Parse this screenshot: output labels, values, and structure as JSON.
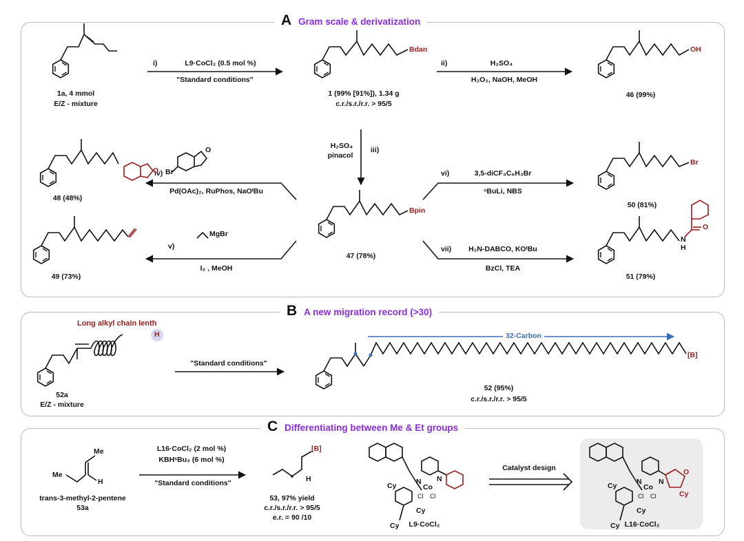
{
  "panelA": {
    "letter": "A",
    "title": "Gram scale & derivatization",
    "sm_label": "1a, 4 mmol",
    "sm_sub": "E/Z - mixture",
    "step_i_num": "i)",
    "step_i_top": "L9·CoCl₂ (0.5 mol %)",
    "step_i_bottom": "\"Standard conditions\"",
    "prod1_group": "Bdan",
    "prod1_label": "1 (99% [91%]), 1.34 g",
    "prod1_sub": "c.r./s.r./r.r. > 95/5",
    "step_ii_num": "ii)",
    "step_ii_top": "H₂SO₄",
    "step_ii_bottom": "H₂O₂, NaOH, MeOH",
    "p46_group": "OH",
    "p46_label": "46 (99%)",
    "step_iii_num": "iii)",
    "step_iii_top": "H₂SO₄",
    "step_iii_bottom": "pinacol",
    "p47_group": "Bpin",
    "p47_label": "47 (78%)",
    "step_iv_num": "iv)",
    "step_iv_reagent_group": "Br",
    "step_iv_bottom": "Pd(OAc)₂, RuPhos, NaOᵗBu",
    "p48_o": "O",
    "p48_label": "48 (48%)",
    "step_v_num": "v)",
    "step_v_reagent": "MgBr",
    "step_v_bottom": "I₂ , MeOH",
    "p49_label": "49 (73%)",
    "step_vi_num": "vi)",
    "step_vi_top": "3,5-diCF₃C₆H₃Br",
    "step_vi_bottom": "ⁿBuLi, NBS",
    "p50_group": "Br",
    "p50_label": "50 (81%)",
    "step_vii_num": "vii)",
    "step_vii_top": "H₂N-DABCO, KOᵗBu",
    "step_vii_bottom": "BzCl, TEA",
    "p51_nh": "N",
    "p51_h": "H",
    "p51_o": "O",
    "p51_label": "51 (79%)"
  },
  "panelB": {
    "letter": "B",
    "title": "A new migration record (>30)",
    "chain_label": "Long alkyl chain lenth",
    "h_atom": "H",
    "sm_label": "52a",
    "sm_sub": "E/Z - mixture",
    "arrow_text": "\"Standard conditions\"",
    "migration_label": "32-Carbon",
    "product_group": "[B]",
    "product_label": "52 (95%)",
    "product_sub": "c.r./s.r./r.r. > 95/5"
  },
  "panelC": {
    "letter": "C",
    "title": "Differentiating between Me & Et groups",
    "sm_me": "Me",
    "sm_me2": "Me",
    "sm_h": "H",
    "sm_label": "trans-3-methyl-2-pentene",
    "sm_id": "53a",
    "cond1": "L16·CoCl₂ (2 mol %)",
    "cond2": "KBHˢBu₃ (6 mol %)",
    "cond3": "\"Standard conditions\"",
    "prod_group": "[B]",
    "prod_h": "H",
    "prod_label": "53, 97% yield",
    "prod_sub1": "c.r./s.r./r.r. > 95/5",
    "prod_sub2": "e.r. = 90 /10",
    "cat1_name": "L9·CoCl₂",
    "cat2_name": "L16·CoCl₂",
    "design_label": "Catalyst design",
    "cy": "Cy",
    "n": "N",
    "co": "Co",
    "cl": "Cl",
    "o": "O"
  },
  "colors": {
    "title_purple": "#8a2be2",
    "highlight_red": "#9b1b1b",
    "migration_blue": "#3b6db5",
    "panel_border": "#b9b9b9"
  }
}
